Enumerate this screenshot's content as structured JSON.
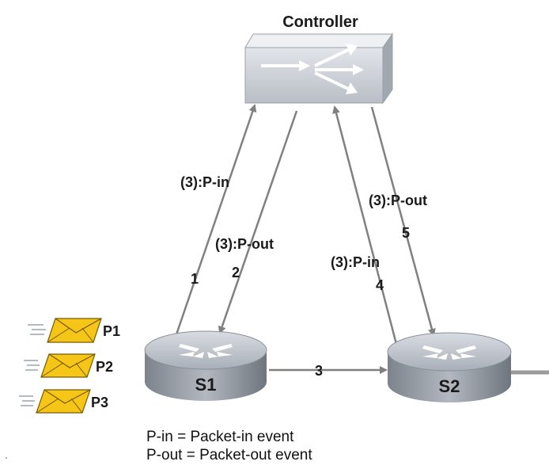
{
  "controller": {
    "label": "Controller"
  },
  "switches": {
    "s1": "S1",
    "s2": "S2"
  },
  "packets": [
    "P1",
    "P2",
    "P3"
  ],
  "links": {
    "s1_to_ctrl": {
      "message": "(3):P-in",
      "step": "1"
    },
    "ctrl_to_s1": {
      "message": "(3):P-out",
      "step": "2"
    },
    "s1_to_s2": {
      "step": "3"
    },
    "s2_to_ctrl": {
      "message": "(3):P-in",
      "step": "4"
    },
    "ctrl_to_s2": {
      "message": "(3):P-out",
      "step": "5"
    }
  },
  "legend": {
    "line1": "P-in = Packet-in event",
    "line2": "P-out = Packet-out event"
  },
  "colors": {
    "arrow": "#808080",
    "switch_top": "#c9ced6",
    "switch_side": "#8a9099",
    "controller": "#d4d8de",
    "envelope": "#f5c518"
  }
}
